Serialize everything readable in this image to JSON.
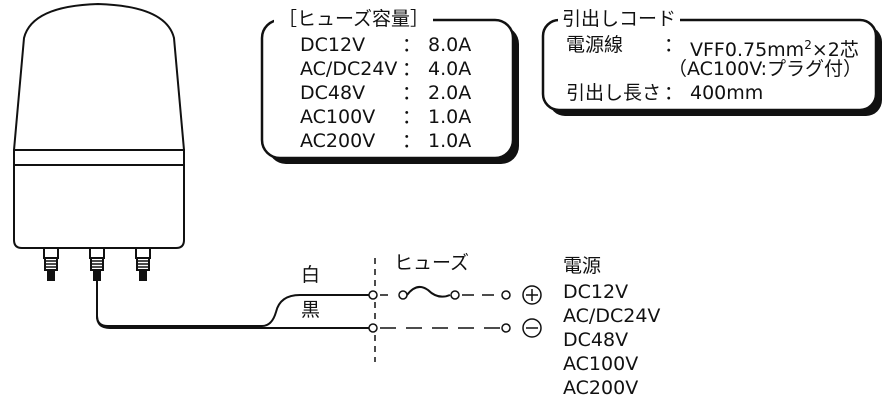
{
  "fuse_box": {
    "title": "［ヒューズ容量］",
    "rows": [
      {
        "voltage": "DC12V",
        "sep": "：",
        "current": "8.0A"
      },
      {
        "voltage": "AC/DC24V",
        "sep": "：",
        "current": "4.0A"
      },
      {
        "voltage": "DC48V",
        "sep": "：",
        "current": "2.0A"
      },
      {
        "voltage": "AC100V",
        "sep": "：",
        "current": "1.0A"
      },
      {
        "voltage": "AC200V",
        "sep": "：",
        "current": "1.0A"
      }
    ]
  },
  "cord_box": {
    "title": "引出しコード",
    "wire_label": "電源線",
    "sep": "：",
    "wire_value_pre": "VFF0.75mm",
    "wire_value_sup": "2",
    "wire_value_post": "×2芯",
    "wire_note": "（AC100V:プラグ付）",
    "length_label": "引出し長さ",
    "length_value": "400mm"
  },
  "wires": {
    "white": "白",
    "black": "黒",
    "fuse": "ヒューズ",
    "plus": "+",
    "minus": "−"
  },
  "power": {
    "title": "電源",
    "voltages": [
      "DC12V",
      "AC/DC24V",
      "DC48V",
      "AC100V",
      "AC200V"
    ]
  }
}
